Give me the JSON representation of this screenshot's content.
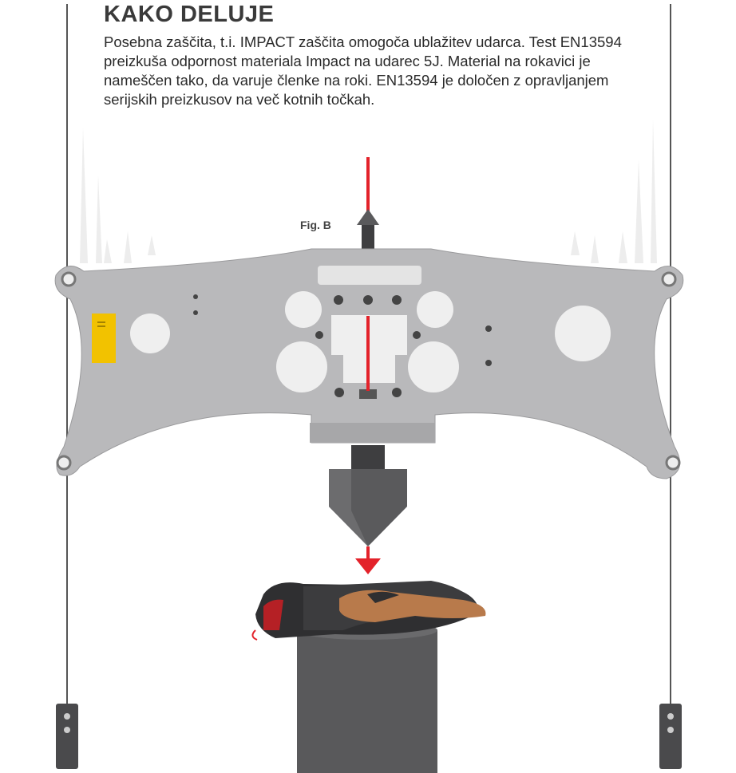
{
  "heading": "KAKO DELUJE",
  "description": "Posebna zaščita, t.i. IMPACT zaščita omogoča ublažitev udarca. Test EN13594 preizkuša odpornost materiala Impact na udarec 5J. Material na rokavici je nameščen tako, da varuje členke na roki. EN13594 je določen z opravljanjem serijskih preizkusov na več kotnih točkah.",
  "figure_label": "Fig. B",
  "colors": {
    "arrow": "#e3222a",
    "plate": "#b9b9bb",
    "indicator": "#f2c200",
    "anvil": "#59595b"
  }
}
